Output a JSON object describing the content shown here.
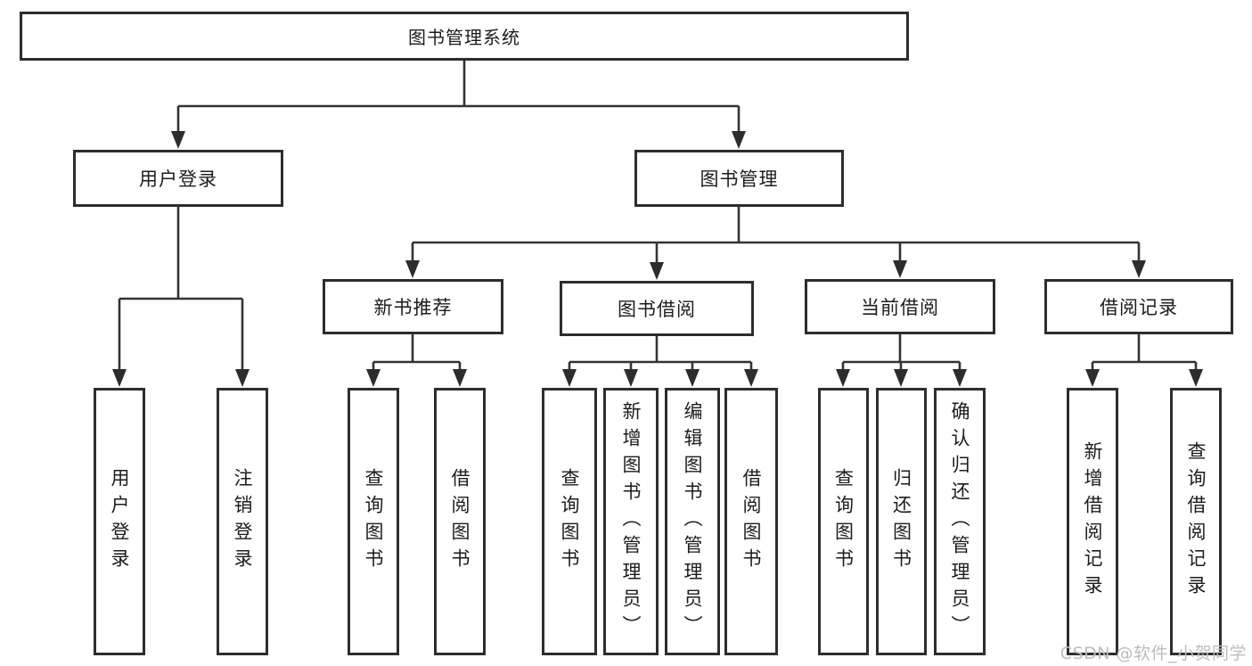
{
  "diagram": {
    "root_label": "图书管理系统",
    "branches": [
      {
        "label": "用户登录",
        "leaves": [
          "用户登录",
          "注销登录"
        ]
      },
      {
        "label": "图书管理",
        "sections": [
          {
            "label": "新书推荐",
            "leaves": [
              "查询图书",
              "借阅图书"
            ]
          },
          {
            "label": "图书借阅",
            "leaves": [
              "查询图书",
              "新增图书（管理员）",
              "编辑图书（管理员）",
              "借阅图书"
            ]
          },
          {
            "label": "当前借阅",
            "leaves": [
              "查询图书",
              "归还图书",
              "确认归还（管理员）"
            ]
          },
          {
            "label": "借阅记录",
            "leaves": [
              "新增借阅记录",
              "查询借阅记录"
            ]
          }
        ]
      }
    ],
    "line_color": "#333333",
    "arrow_color": "#2d2d2d",
    "watermark": "CSDN @软件_小贺同学"
  }
}
